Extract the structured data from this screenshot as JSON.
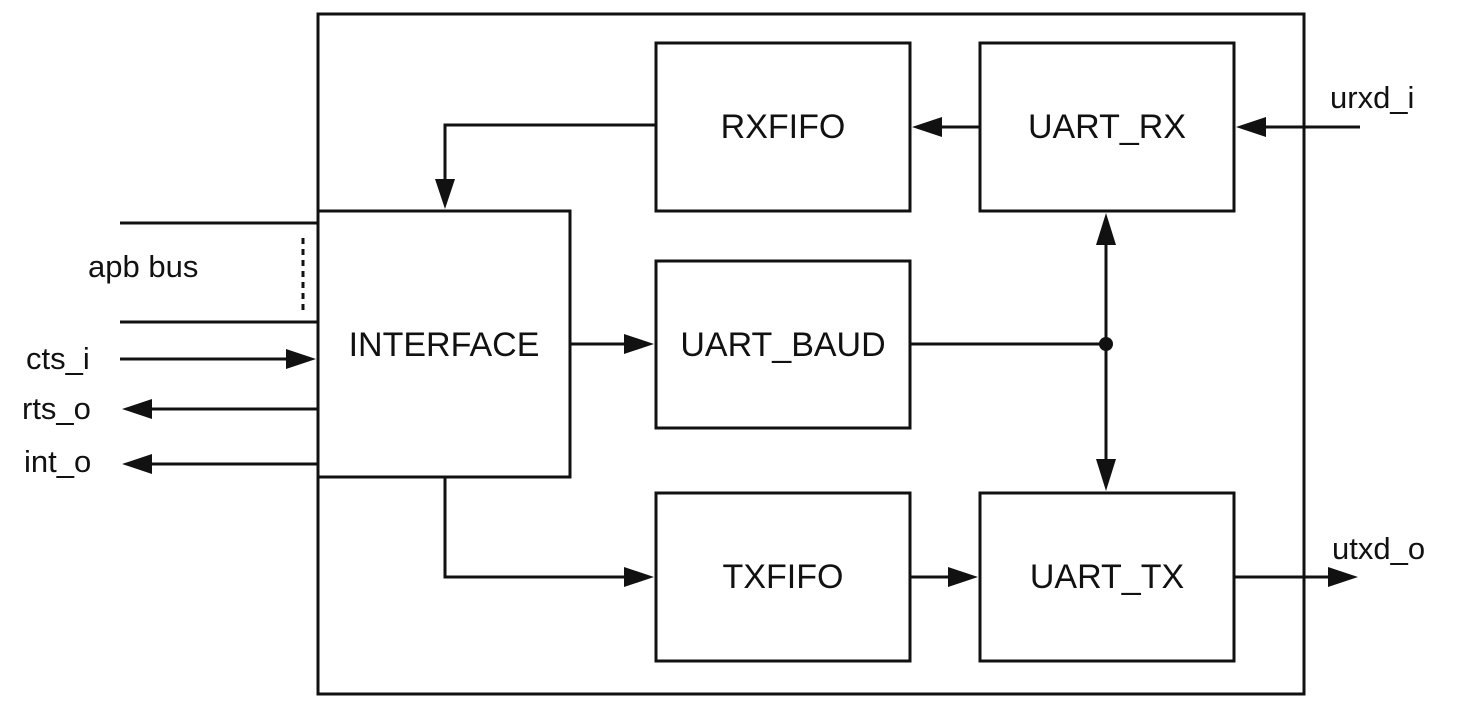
{
  "blocks": {
    "rxfifo": "RXFIFO",
    "uart_rx": "UART_RX",
    "interface": "INTERFACE",
    "uart_baud": "UART_BAUD",
    "txfifo": "TXFIFO",
    "uart_tx": "UART_TX"
  },
  "signals": {
    "apb_bus": "apb bus",
    "cts_i": "cts_i",
    "rts_o": "rts_o",
    "int_o": "int_o",
    "urxd_i": "urxd_i",
    "utxd_o": "utxd_o"
  }
}
